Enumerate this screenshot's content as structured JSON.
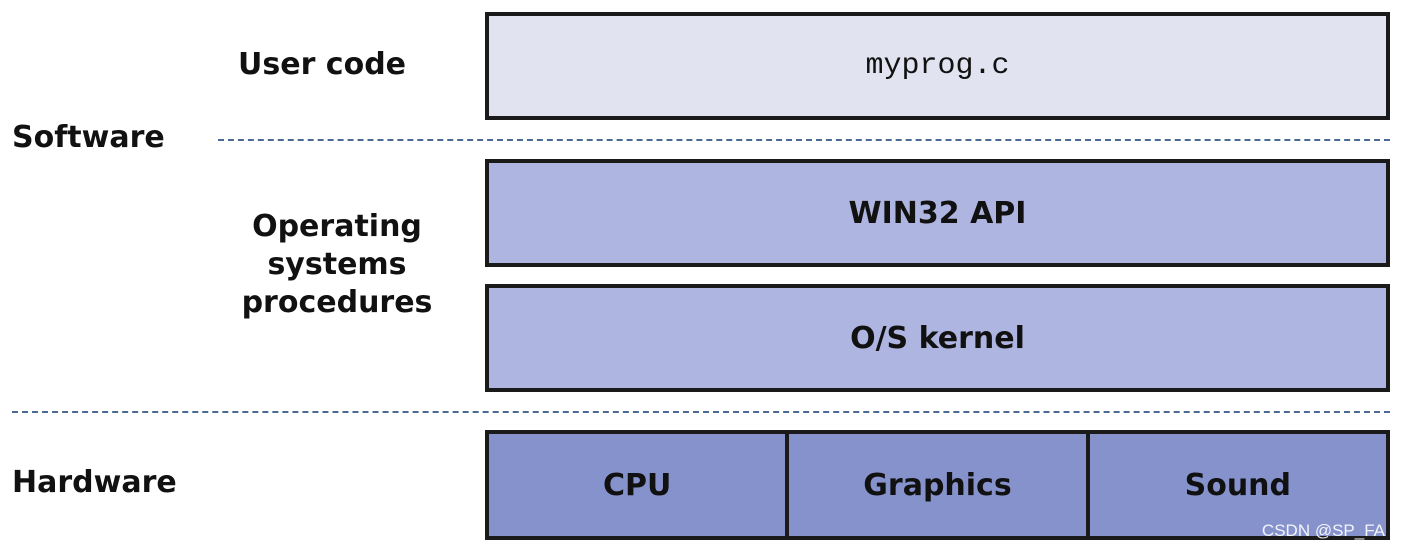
{
  "labels": {
    "user_code": "User code",
    "software": "Software",
    "os_line1": "Operating",
    "os_line2": "systems",
    "os_line3": "procedures",
    "hardware": "Hardware"
  },
  "layers": {
    "user_program": "myprog.c",
    "api": "WIN32 API",
    "kernel": "O/S kernel"
  },
  "hardware": {
    "components": [
      "CPU",
      "Graphics",
      "Sound"
    ]
  },
  "colors": {
    "user_layer": "#e1e3f0",
    "os_layer": "#aeb5e0",
    "hardware_layer": "#8592cc",
    "border": "#1a1a1a",
    "divider": "#4a6a94"
  },
  "watermark": "CSDN @SP_FA"
}
